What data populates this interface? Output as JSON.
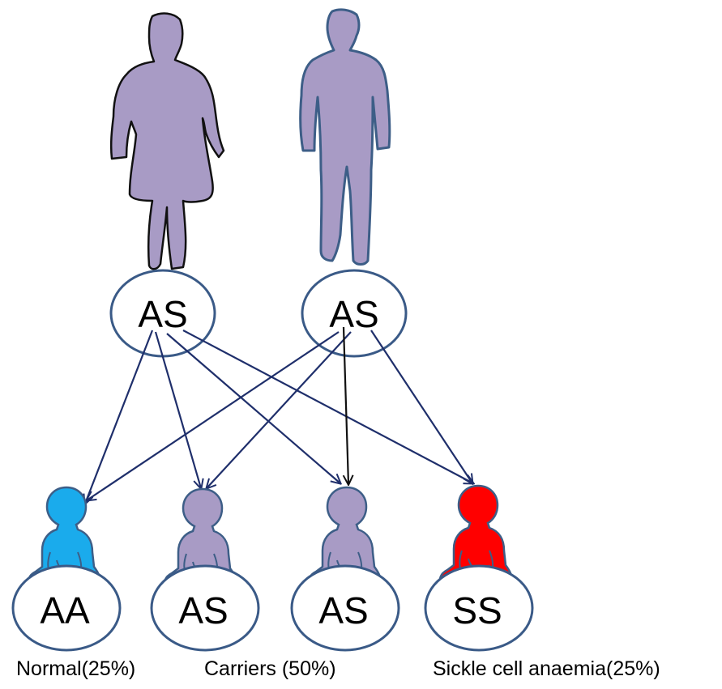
{
  "parents": [
    {
      "genotype": "AS",
      "figure": "female-parent",
      "color": "#a89bc5"
    },
    {
      "genotype": "AS",
      "figure": "male-parent",
      "color": "#a89bc5"
    }
  ],
  "children": [
    {
      "genotype": "AA",
      "color": "#1aabec"
    },
    {
      "genotype": "AS",
      "color": "#a89bc5"
    },
    {
      "genotype": "AS",
      "color": "#a89bc5"
    },
    {
      "genotype": "SS",
      "color": "#ff0000"
    }
  ],
  "captions": {
    "normal": "Normal(25%)",
    "carriers": "Carriers (50%)",
    "sickle": "Sickle cell anaemia(25%)"
  },
  "colors": {
    "ellipse_stroke": "#3a5a87",
    "arrow": "#1f2f6b",
    "figure_stroke": "#3d5e87",
    "female_stroke": "#111111"
  }
}
